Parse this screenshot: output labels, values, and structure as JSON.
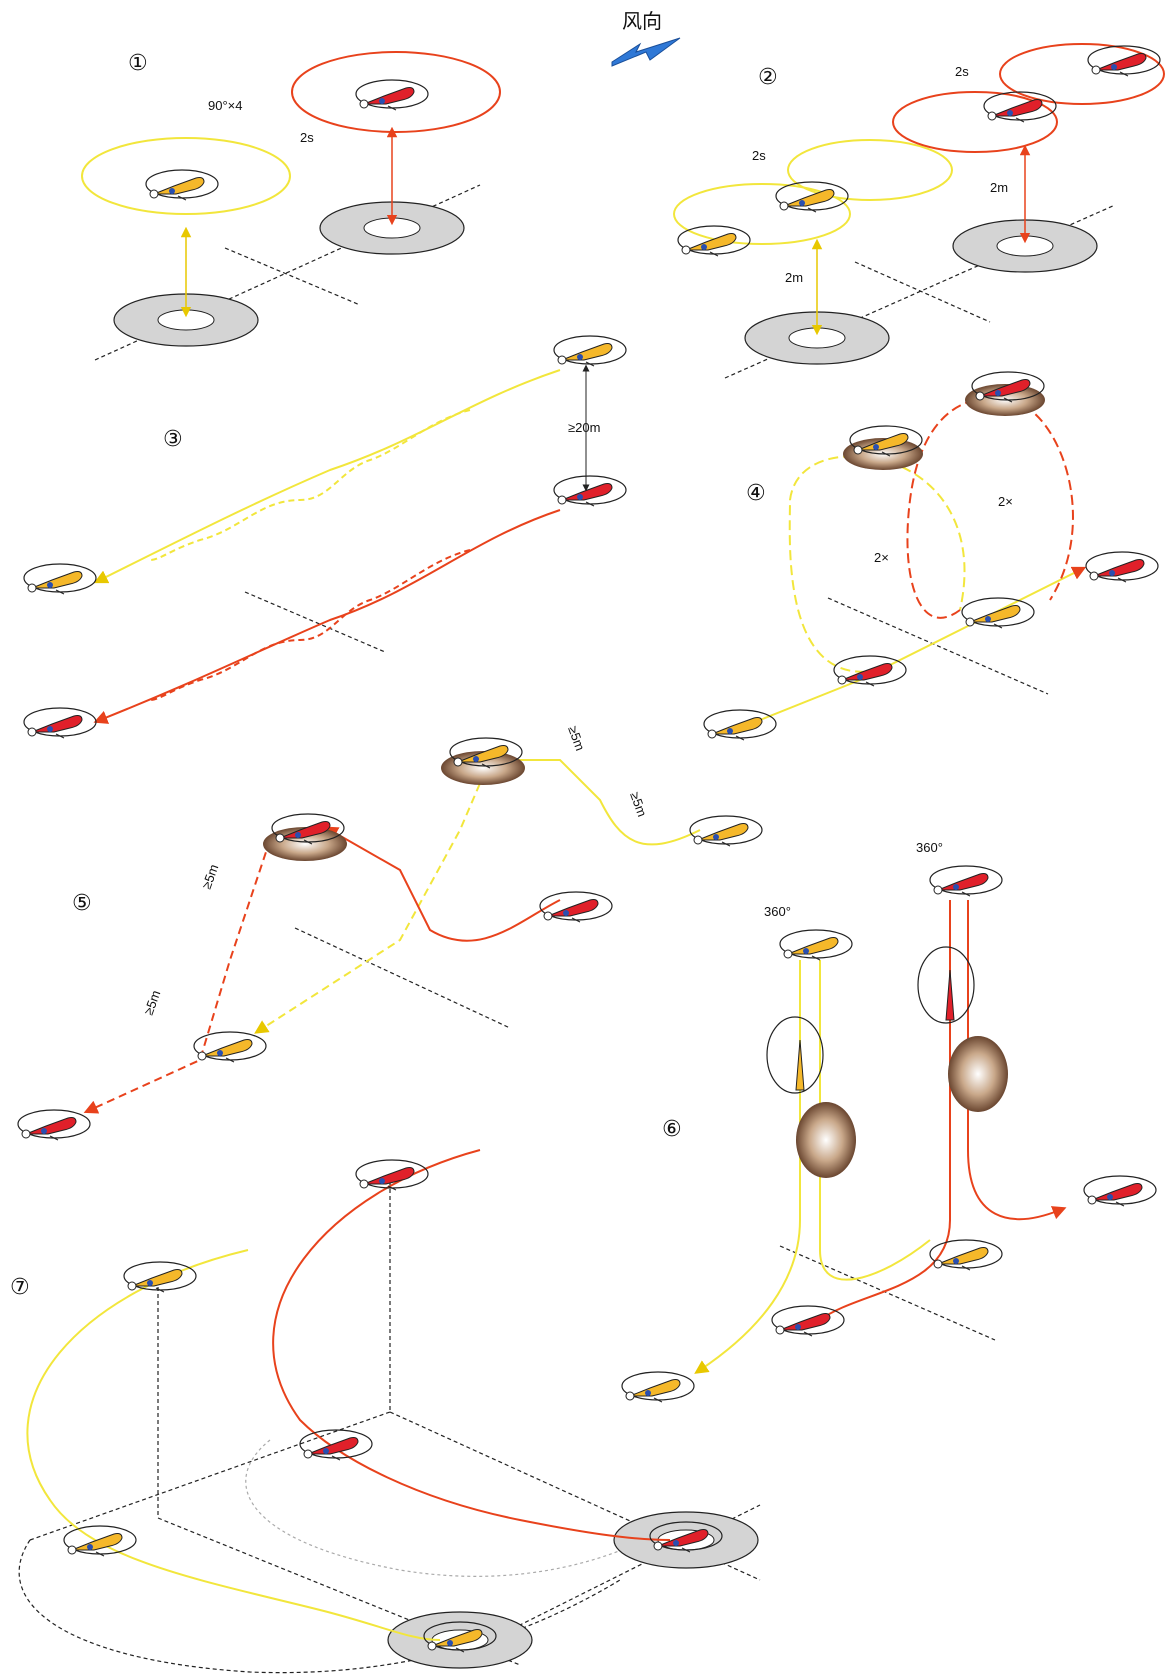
{
  "wind": {
    "label": "风向"
  },
  "sections": {
    "s1": {
      "number": "①",
      "rotation": "90°×4",
      "time": "2s"
    },
    "s2": {
      "number": "②",
      "time_a": "2s",
      "time_b": "2s",
      "height_a": "2m",
      "height_b": "2m"
    },
    "s3": {
      "number": "③",
      "separation": "≥20m"
    },
    "s4": {
      "number": "④",
      "loops_a": "2×",
      "loops_b": "2×"
    },
    "s5": {
      "number": "⑤",
      "dist_a": "≥5m",
      "dist_b": "≥5m",
      "dist_c": "≥5m",
      "dist_d": "≥5m"
    },
    "s6": {
      "number": "⑥",
      "spin_a": "360°",
      "spin_b": "360°"
    },
    "s7": {
      "number": "⑦"
    }
  },
  "colors": {
    "yellow": "#f2e63c",
    "red": "#e8421c",
    "pad": "#d4d4d4",
    "wind_arrow": "#2f78d6",
    "heli_yellow": "#f5b82a",
    "heli_red": "#e0202a"
  }
}
